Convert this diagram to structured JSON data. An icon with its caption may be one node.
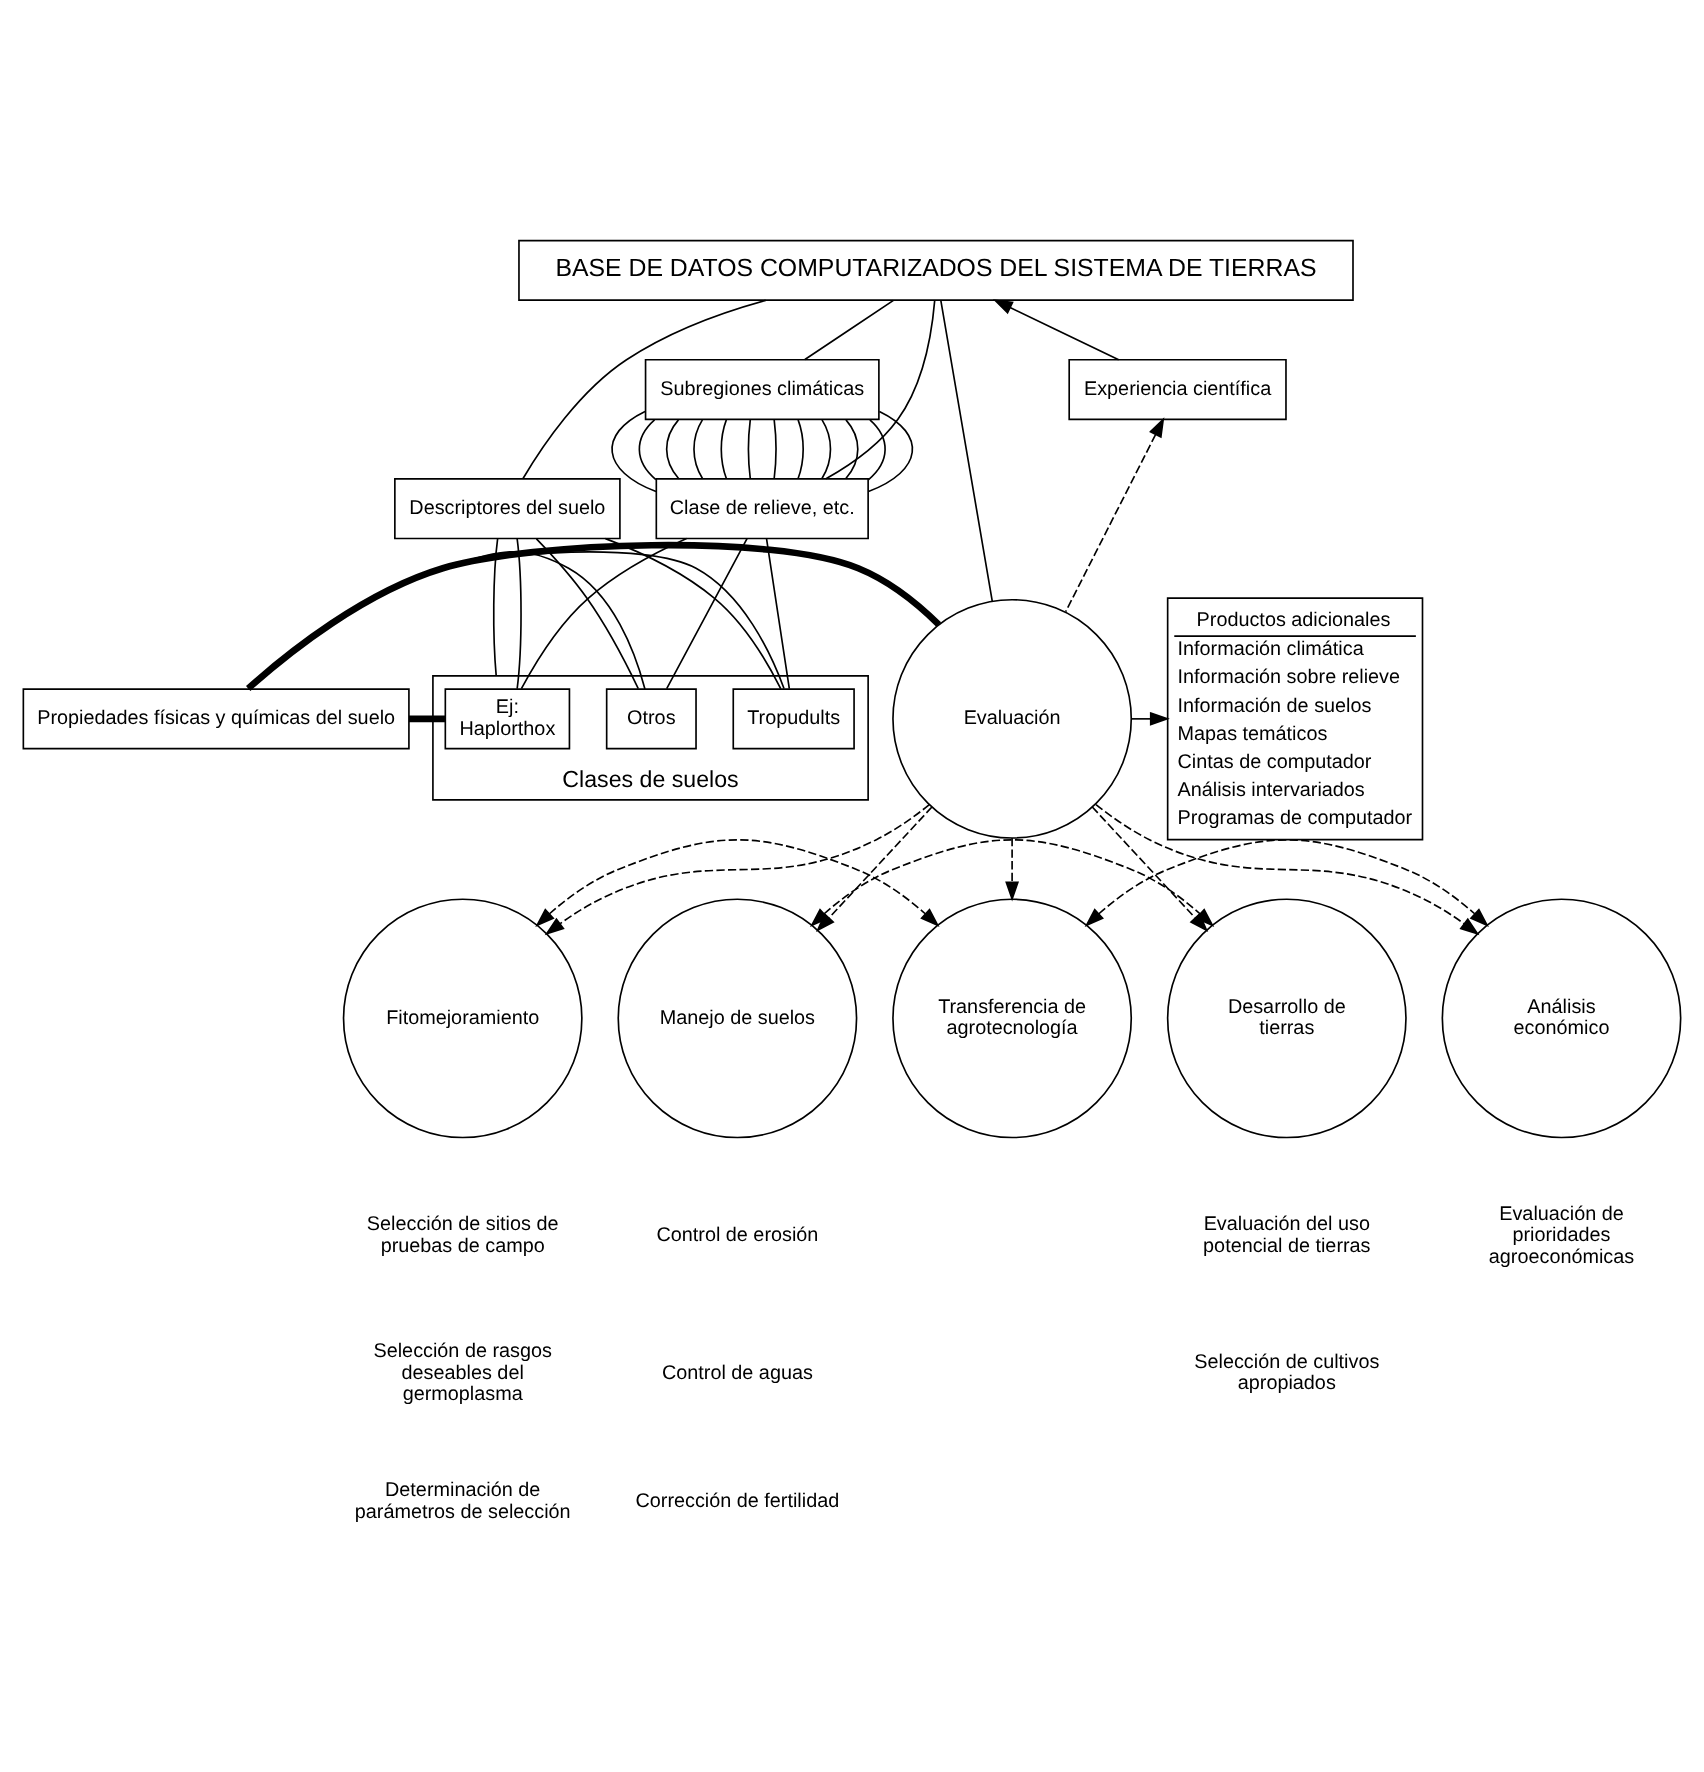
{
  "diagram": {
    "nodes": [
      {
        "text": [
          "BASE DE DATOS COMPUTARIZADOS DEL SISTEMA DE TIERRAS"
        ]
      },
      {
        "text": [
          "Experiencia científica"
        ]
      },
      {
        "text": [
          "Subregiones climáticas"
        ]
      },
      {
        "text": [
          "Clase de relieve, etc."
        ]
      },
      {
        "text": [
          "Descriptores del suelo"
        ]
      },
      {
        "text": [
          "Clases de suelos"
        ]
      },
      {
        "text": [
          "Ej:",
          "Haplorthox"
        ],
        "in": 5
      },
      {
        "text": [
          "Tropudults"
        ],
        "in": 5
      },
      {
        "text": [
          "Otros"
        ],
        "in": 5
      },
      {
        "text": [
          "Propiedades físicas y químicas del suelo"
        ]
      },
      {
        "text": [
          "Evaluación"
        ]
      },
      {
        "text": [
          "Productos adicionales",
          "Información climática",
          "Información sobre relieve",
          "Información de suelos",
          "Mapas temáticos",
          "Cintas de computador",
          "Análisis intervariados",
          "Programas de computador"
        ]
      },
      {
        "text": [
          "Fitomejoramiento"
        ]
      },
      {
        "text": [
          "Manejo de suelos"
        ]
      },
      {
        "text": [
          "Transferencia de agrotecnología"
        ]
      },
      {
        "text": [
          "Desarrollo de tierras"
        ]
      },
      {
        "text": [
          "Análisis económico"
        ]
      }
    ],
    "edges": [
      {
        "from": 0,
        "to": 10,
        "arrow": "none"
      },
      {
        "from": 2,
        "to": 0,
        "arrow": "none"
      },
      {
        "from": 3,
        "to": 0,
        "arrow": "none"
      },
      {
        "from": 4,
        "to": 0,
        "arrow": "none"
      },
      {
        "from": 5,
        "to": 4,
        "arrow": "none"
      },
      {
        "from": 2,
        "to": 3,
        "arrow": "none"
      },
      {
        "from": 2,
        "to": 3,
        "arrow": "none"
      },
      {
        "from": 2,
        "to": 3,
        "arrow": "none"
      },
      {
        "from": 2,
        "to": 3,
        "arrow": "none"
      },
      {
        "from": 2,
        "to": 3,
        "arrow": "none"
      },
      {
        "from": 2,
        "to": 3,
        "arrow": "none"
      },
      {
        "from": 2,
        "to": 3,
        "arrow": "none"
      },
      {
        "from": 2,
        "to": 3,
        "arrow": "none"
      },
      {
        "from": 2,
        "to": 3,
        "arrow": "none"
      },
      {
        "from": 2,
        "to": 3,
        "arrow": "none"
      },
      {
        "from": 2,
        "to": 3,
        "arrow": "none"
      },
      {
        "from": 2,
        "to": 3,
        "arrow": "none"
      },
      {
        "from": 3,
        "to": 6,
        "arrow": "none"
      },
      {
        "from": 3,
        "to": 7,
        "arrow": "none"
      },
      {
        "from": 3,
        "to": 8,
        "arrow": "none"
      },
      {
        "from": 4,
        "to": 6,
        "arrow": "none"
      },
      {
        "from": 4,
        "to": 7,
        "arrow": "none"
      },
      {
        "from": 4,
        "to": 8,
        "arrow": "none"
      },
      {
        "from": 6,
        "to": 9,
        "arrow": "none",
        "style": "thick"
      },
      {
        "from": 7,
        "to": 9,
        "arrow": "none"
      },
      {
        "from": 8,
        "to": 9,
        "arrow": "none"
      },
      {
        "from": 9,
        "to": 10,
        "arrow": "none",
        "style": "thick"
      },
      {
        "from": 10,
        "to": 1,
        "arrow": "to",
        "style": "dashed"
      },
      {
        "from": 1,
        "to": 0,
        "arrow": "to"
      },
      {
        "from": 10,
        "to": 11,
        "arrow": "to"
      },
      {
        "from": 10,
        "to": 12,
        "arrow": "to",
        "style": "dashed"
      },
      {
        "from": 10,
        "to": 13,
        "arrow": "to",
        "style": "dashed"
      },
      {
        "from": 10,
        "to": 14,
        "arrow": "to",
        "style": "dashed"
      },
      {
        "from": 10,
        "to": 15,
        "arrow": "to",
        "style": "dashed"
      },
      {
        "from": 10,
        "to": 16,
        "arrow": "to",
        "style": "dashed"
      },
      {
        "from": 12,
        "to": 14,
        "arrow": "both",
        "style": "dashed"
      },
      {
        "from": 14,
        "to": 16,
        "arrow": "both",
        "style": "dashed"
      },
      {
        "from": 13,
        "to": 15,
        "arrow": "both",
        "style": "dashed"
      }
    ],
    "labels": [
      "Selección de sitios de pruebas de campo",
      "Selección de rasgos deseables del germoplasma",
      "Determinación de parámetros de selección",
      "Control de erosión",
      "Control de aguas",
      "Corrección de fertilidad",
      "Evaluación del uso potencial de tierras",
      "Selección de cultivos apropiados",
      "Evaluación de prioridades agroeconómicas"
    ]
  }
}
